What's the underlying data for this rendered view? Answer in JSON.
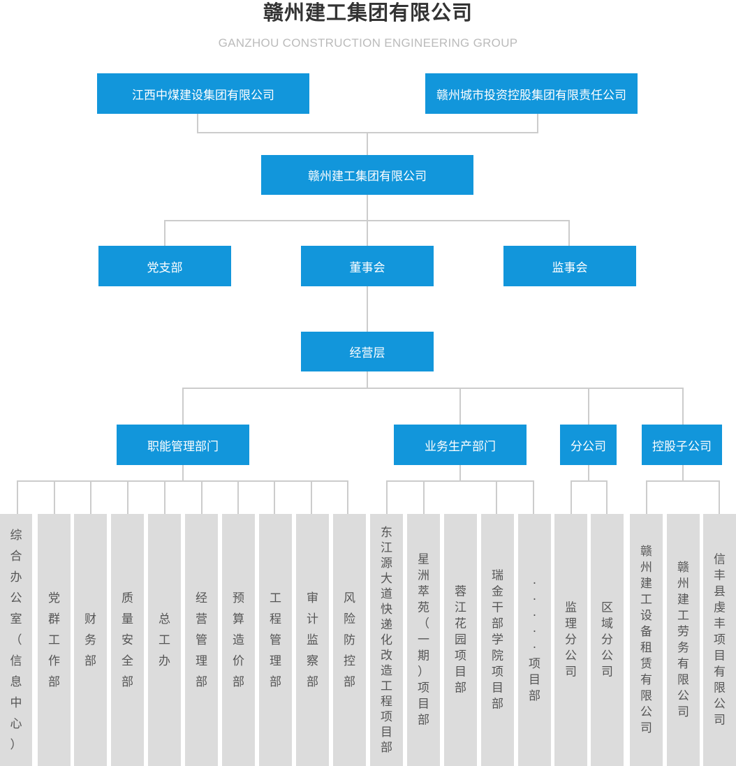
{
  "header": {
    "title": "赣州建工集团有限公司",
    "subtitle": "GANZHOU CONSTRUCTION ENGINEERING GROUP"
  },
  "colors": {
    "box": "#1296db",
    "leaf_bg": "#dcdcdc",
    "line": "#cccccc"
  },
  "nodes": {
    "parent_a": "江西中煤建设集团有限公司",
    "parent_b": "赣州城市投资控股集团有限责任公司",
    "group": "赣州建工集团有限公司",
    "party": "党支部",
    "board": "董事会",
    "supervisory": "监事会",
    "management": "经营层",
    "functional": "职能管理部门",
    "business": "业务生产部门",
    "branch": "分公司",
    "holding": "控股子公司"
  },
  "leaves": [
    "综合办公室（信息中心）",
    "党群工作部",
    "财务部",
    "质量安全部",
    "总工办",
    "经营管理部",
    "预算造价部",
    "工程管理部",
    "审计监察部",
    "风险防控部",
    "东江源大道快递化改造工程项目部",
    "星洲萃苑（一期）项目部",
    "蓉江花园项目部",
    "瑞金干部学院项目部",
    "·····项目部",
    "监理分公司",
    "区域分公司",
    "赣州建工设备租赁有限公司",
    "赣州建工劳务有限公司",
    "信丰县虔丰项目有限公司"
  ]
}
